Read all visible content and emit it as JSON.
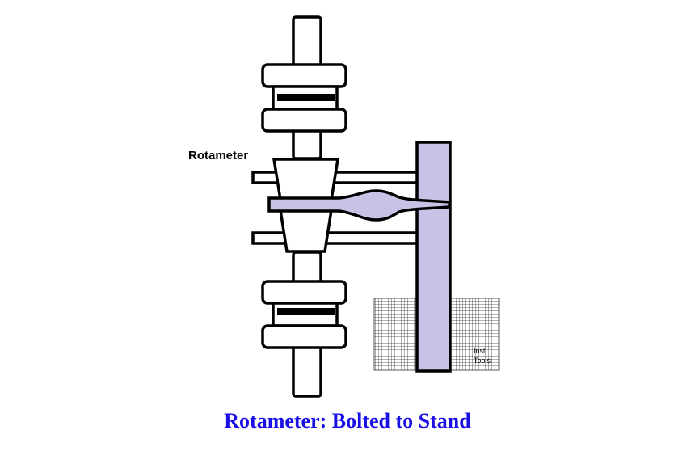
{
  "labels": {
    "rotameter": "Rotameter",
    "stand_tag_line1": "Inst",
    "stand_tag_line2": "Tools"
  },
  "caption": "Rotameter: Bolted to Stand",
  "colors": {
    "caption": "#1a10e6",
    "stand_fill": "#c8c2e6",
    "stroke": "#000000",
    "mesh": "#333333"
  }
}
